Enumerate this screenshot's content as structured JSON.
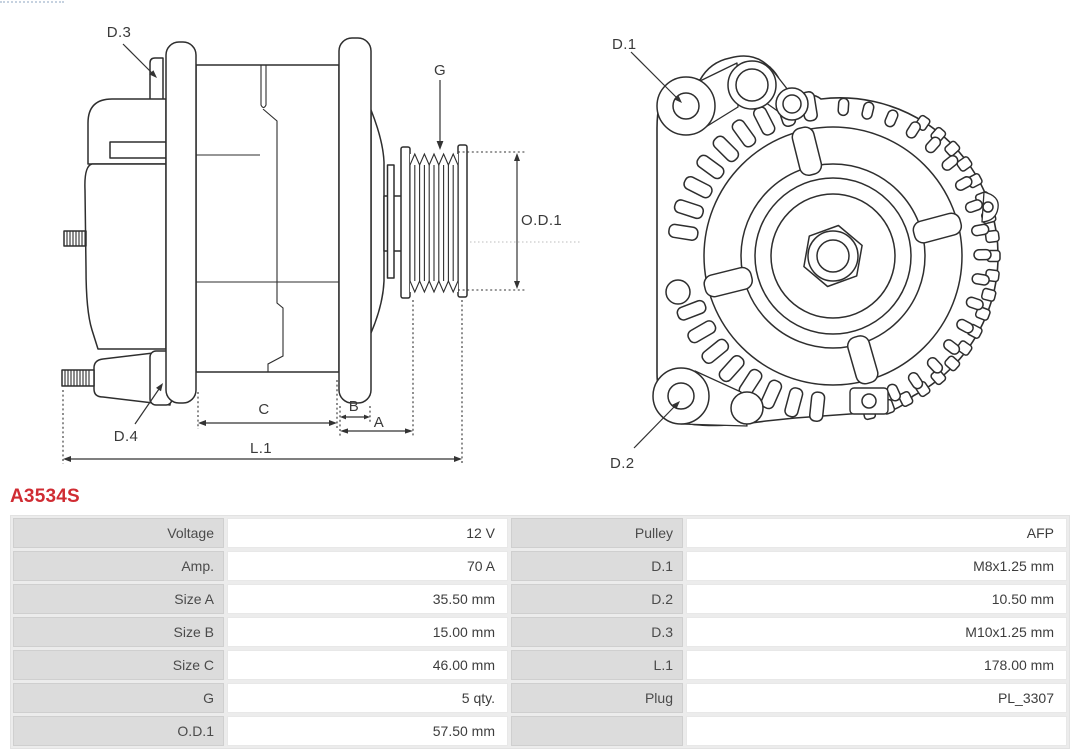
{
  "part_number": "A3534S",
  "diagram": {
    "labels": {
      "d1": "D.1",
      "d2": "D.2",
      "d3": "D.3",
      "d4": "D.4",
      "g": "G",
      "od1": "O.D.1",
      "a": "A",
      "b": "B",
      "c": "C",
      "l1": "L.1"
    }
  },
  "specs": {
    "left": [
      {
        "label": "Voltage",
        "value": "12 V"
      },
      {
        "label": "Amp.",
        "value": "70 A"
      },
      {
        "label": "Size A",
        "value": "35.50 mm"
      },
      {
        "label": "Size B",
        "value": "15.00 mm"
      },
      {
        "label": "Size C",
        "value": "46.00 mm"
      },
      {
        "label": "G",
        "value": "5 qty."
      },
      {
        "label": "O.D.1",
        "value": "57.50 mm"
      }
    ],
    "right": [
      {
        "label": "Pulley",
        "value": "AFP"
      },
      {
        "label": "D.1",
        "value": "M8x1.25 mm"
      },
      {
        "label": "D.2",
        "value": "10.50 mm"
      },
      {
        "label": "D.3",
        "value": "M10x1.25 mm"
      },
      {
        "label": "L.1",
        "value": "178.00 mm"
      },
      {
        "label": "Plug",
        "value": "PL_3307"
      },
      {
        "label": "",
        "value": ""
      }
    ]
  },
  "colors": {
    "part_number_red": "#d02c33",
    "drawing_line": "#2e2e2e",
    "label_cell_bg": "#dcdcdc",
    "value_cell_bg": "#ffffff",
    "table_bg": "#ececec"
  }
}
